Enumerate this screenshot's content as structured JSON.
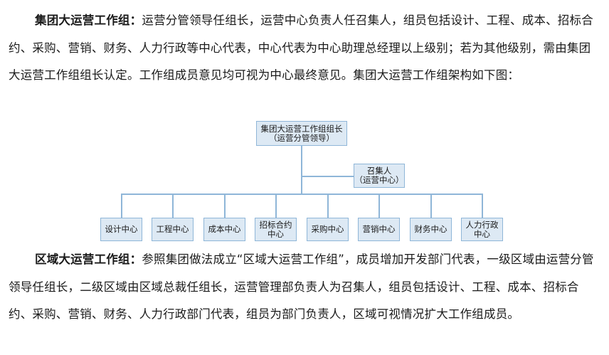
{
  "paragraph1": {
    "heading": "集团大运营工作组",
    "sep": "：",
    "body": "运营分管领导任组长，运营中心负责人任召集人，组员包括设计、工程、成本、招标合约、采购、营销、财务、人力行政等中心代表，中心代表为中心助理总经理以上级别；若为其他级别，需由集团大运营工作组组长认定。工作组成员意见均可视为中心最终意见。集团大运营工作组架构如下图："
  },
  "org_chart": {
    "top": {
      "line1": "集团大运营工作组组长",
      "line2": "（运营分管领导）"
    },
    "convener": {
      "line1": "召集人",
      "line2": "（运营中心）"
    },
    "members": [
      {
        "line1": "设计中心",
        "line2": ""
      },
      {
        "line1": "工程中心",
        "line2": ""
      },
      {
        "line1": "成本中心",
        "line2": ""
      },
      {
        "line1": "招标合约",
        "line2": "中心"
      },
      {
        "line1": "采购中心",
        "line2": ""
      },
      {
        "line1": "营销中心",
        "line2": ""
      },
      {
        "line1": "财务中心",
        "line2": ""
      },
      {
        "line1": "人力行政",
        "line2": "中心"
      }
    ]
  },
  "paragraph2": {
    "heading": "区域大运营工作组",
    "sep": "：",
    "body": "参照集团做法成立“区域大运营工作组”，成员增加开发部门代表，一级区域由运营分管领导任组长，二级区域由区域总裁任组长，运营管理部负责人为召集人，组员包括设计、工程、成本、招标合约、采购、营销、财务、人力行政部门代表，组员为部门负责人，区域可视情况扩大工作组成员。"
  },
  "colors": {
    "box_fill": "#dde9f4",
    "box_border": "#8fb6d8",
    "line": "#8fb6d8"
  }
}
